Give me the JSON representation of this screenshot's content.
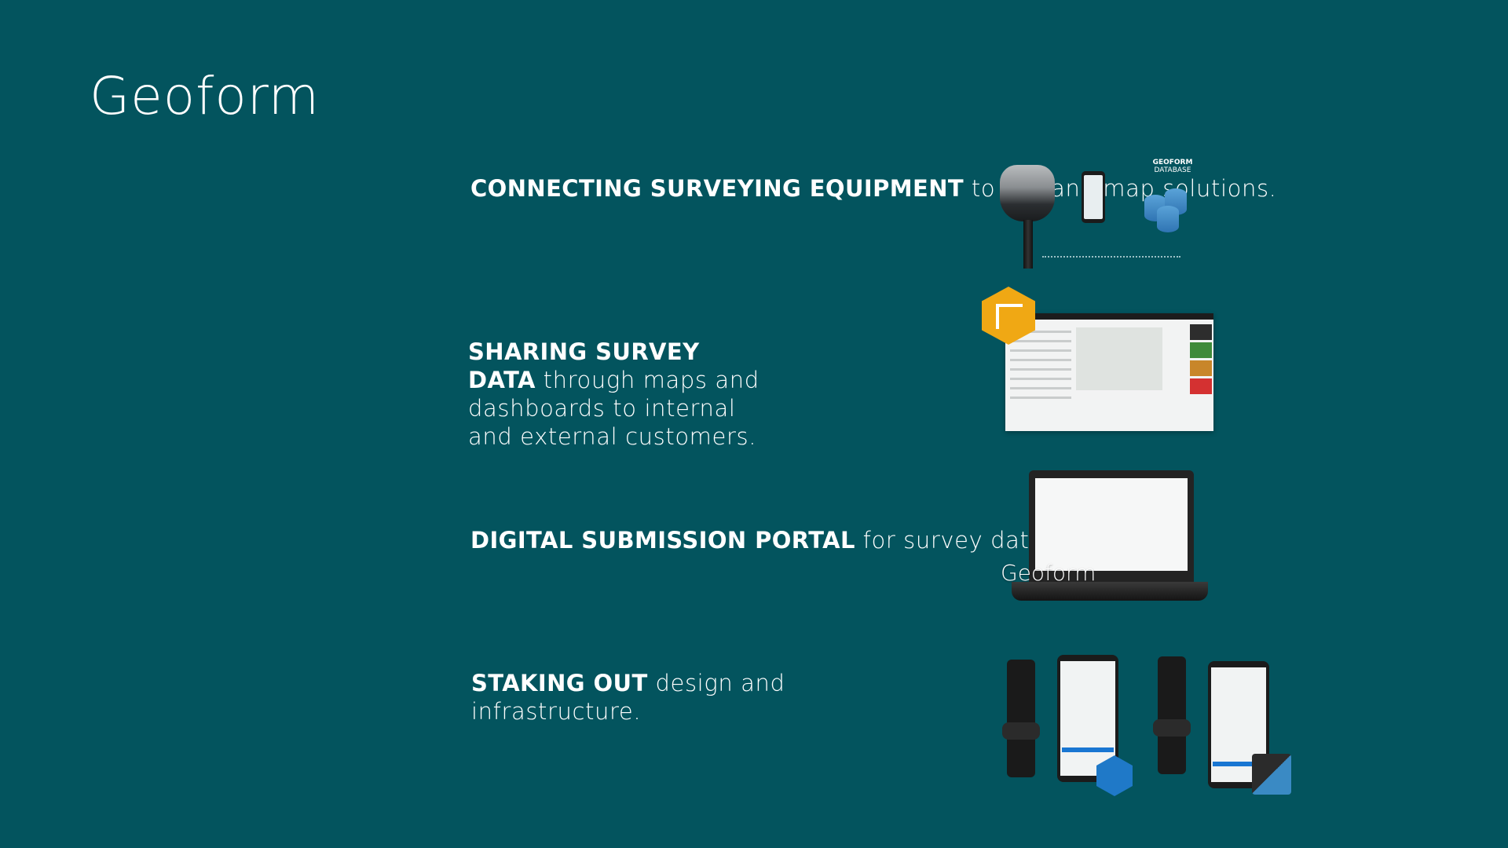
{
  "brand": {
    "logo_text": "Geoform"
  },
  "features": [
    {
      "bold": "CONNECTING SURVEYING EQUIPMENT",
      "rest": " to GIS and map solutions."
    },
    {
      "bold": "SHARING SURVEY DATA",
      "rest": " through maps and dashboards to internal and external customers."
    },
    {
      "bold": "DIGITAL SUBMISSION PORTAL",
      "rest": " for survey data."
    },
    {
      "bold": "STAKING OUT",
      "rest": " design and infrastructure."
    }
  ],
  "visuals": {
    "database_label_top": "GEOFORM",
    "database_label_bottom": "DATABASE",
    "laptop_logo": "Geoform"
  },
  "colors": {
    "background": "#03545e",
    "text": "#ffffff",
    "hex_orange": "#f0a814",
    "hex_blue": "#1f79c8"
  }
}
